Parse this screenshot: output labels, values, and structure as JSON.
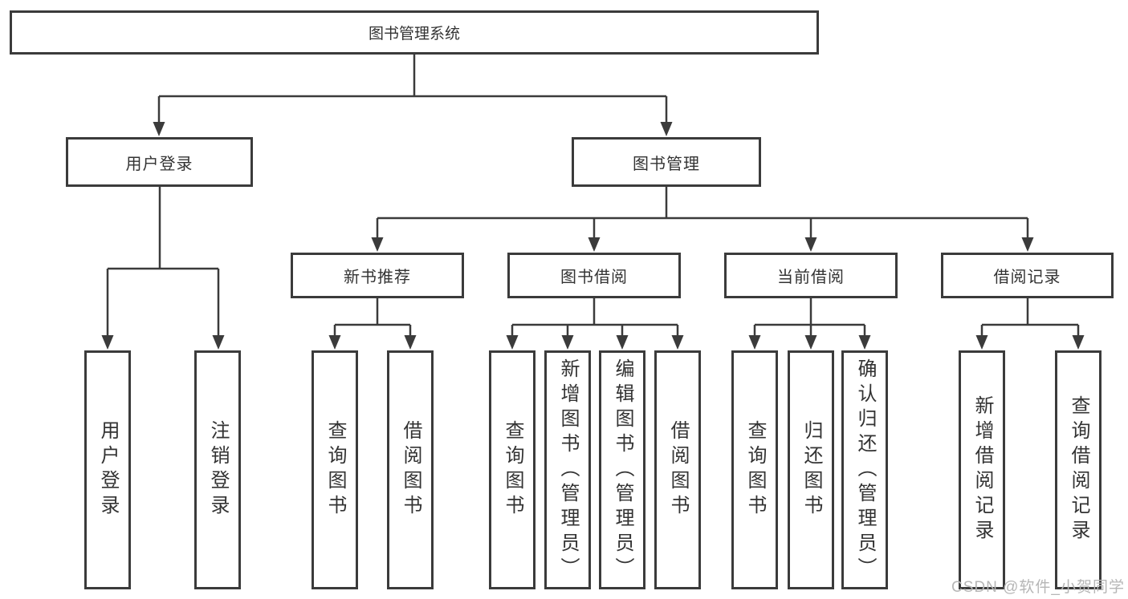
{
  "diagram": {
    "title": "图书管理系统",
    "type": "hierarchy",
    "colors": {
      "line": "#3b3b3b",
      "border": "#3b3b3b",
      "text": "#333333",
      "watermark_text": "#b6b6b6",
      "background": "#ffffff"
    },
    "nodes": {
      "root": "图书管理系统",
      "level2": [
        "用户登录",
        "图书管理"
      ],
      "level3": [
        "新书推荐",
        "图书借阅",
        "当前借阅",
        "借阅记录"
      ],
      "leaves": [
        "用户登录",
        "注销登录",
        "查询图书",
        "借阅图书",
        "查询图书",
        "新增图书（管理员）",
        "编辑图书（管理员）",
        "借阅图书",
        "查询图书",
        "归还图书",
        "确认归还（管理员）",
        "新增借阅记录",
        "查询借阅记录"
      ]
    },
    "edges": [
      {
        "from": "图书管理系统",
        "to": [
          "用户登录",
          "图书管理"
        ]
      },
      {
        "from": "用户登录",
        "to": [
          "用户登录",
          "注销登录"
        ]
      },
      {
        "from": "图书管理",
        "to": [
          "新书推荐",
          "图书借阅",
          "当前借阅",
          "借阅记录"
        ]
      },
      {
        "from": "新书推荐",
        "to": [
          "查询图书",
          "借阅图书"
        ]
      },
      {
        "from": "图书借阅",
        "to": [
          "查询图书",
          "新增图书（管理员）",
          "编辑图书（管理员）",
          "借阅图书"
        ]
      },
      {
        "from": "当前借阅",
        "to": [
          "查询图书",
          "归还图书",
          "确认归还（管理员）"
        ]
      },
      {
        "from": "借阅记录",
        "to": [
          "新增借阅记录",
          "查询借阅记录"
        ]
      }
    ]
  },
  "watermark": {
    "text": "CSDN @软件_小贺同学"
  }
}
